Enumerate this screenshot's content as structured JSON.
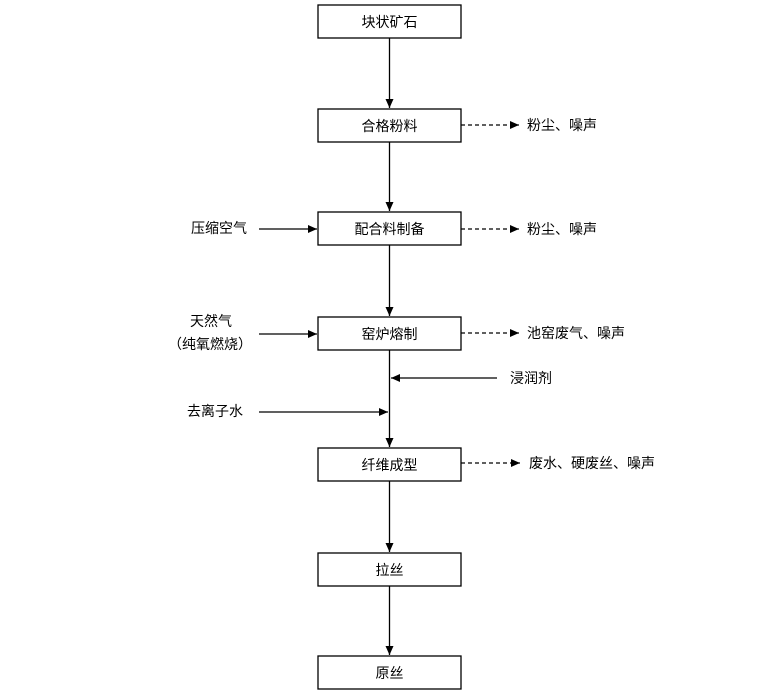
{
  "process": {
    "step1": "块状矿石",
    "step2": "合格粉料",
    "step3": "配合料制备",
    "step4": "窑炉熔制",
    "step5": "纤维成型",
    "step6": "拉丝",
    "step7": "原丝"
  },
  "inputs": {
    "compressed_air": "压缩空气",
    "natural_gas": "天然气",
    "natural_gas_note": "（纯氧燃烧）",
    "wetting_agent": "浸润剂",
    "deionized_water": "去离子水"
  },
  "outputs": {
    "powder_step": "粉尘、噪声",
    "batch_step": "粉尘、噪声",
    "furnace_step": "池窑废气、噪声",
    "forming_step": "废水、硬废丝、噪声"
  }
}
